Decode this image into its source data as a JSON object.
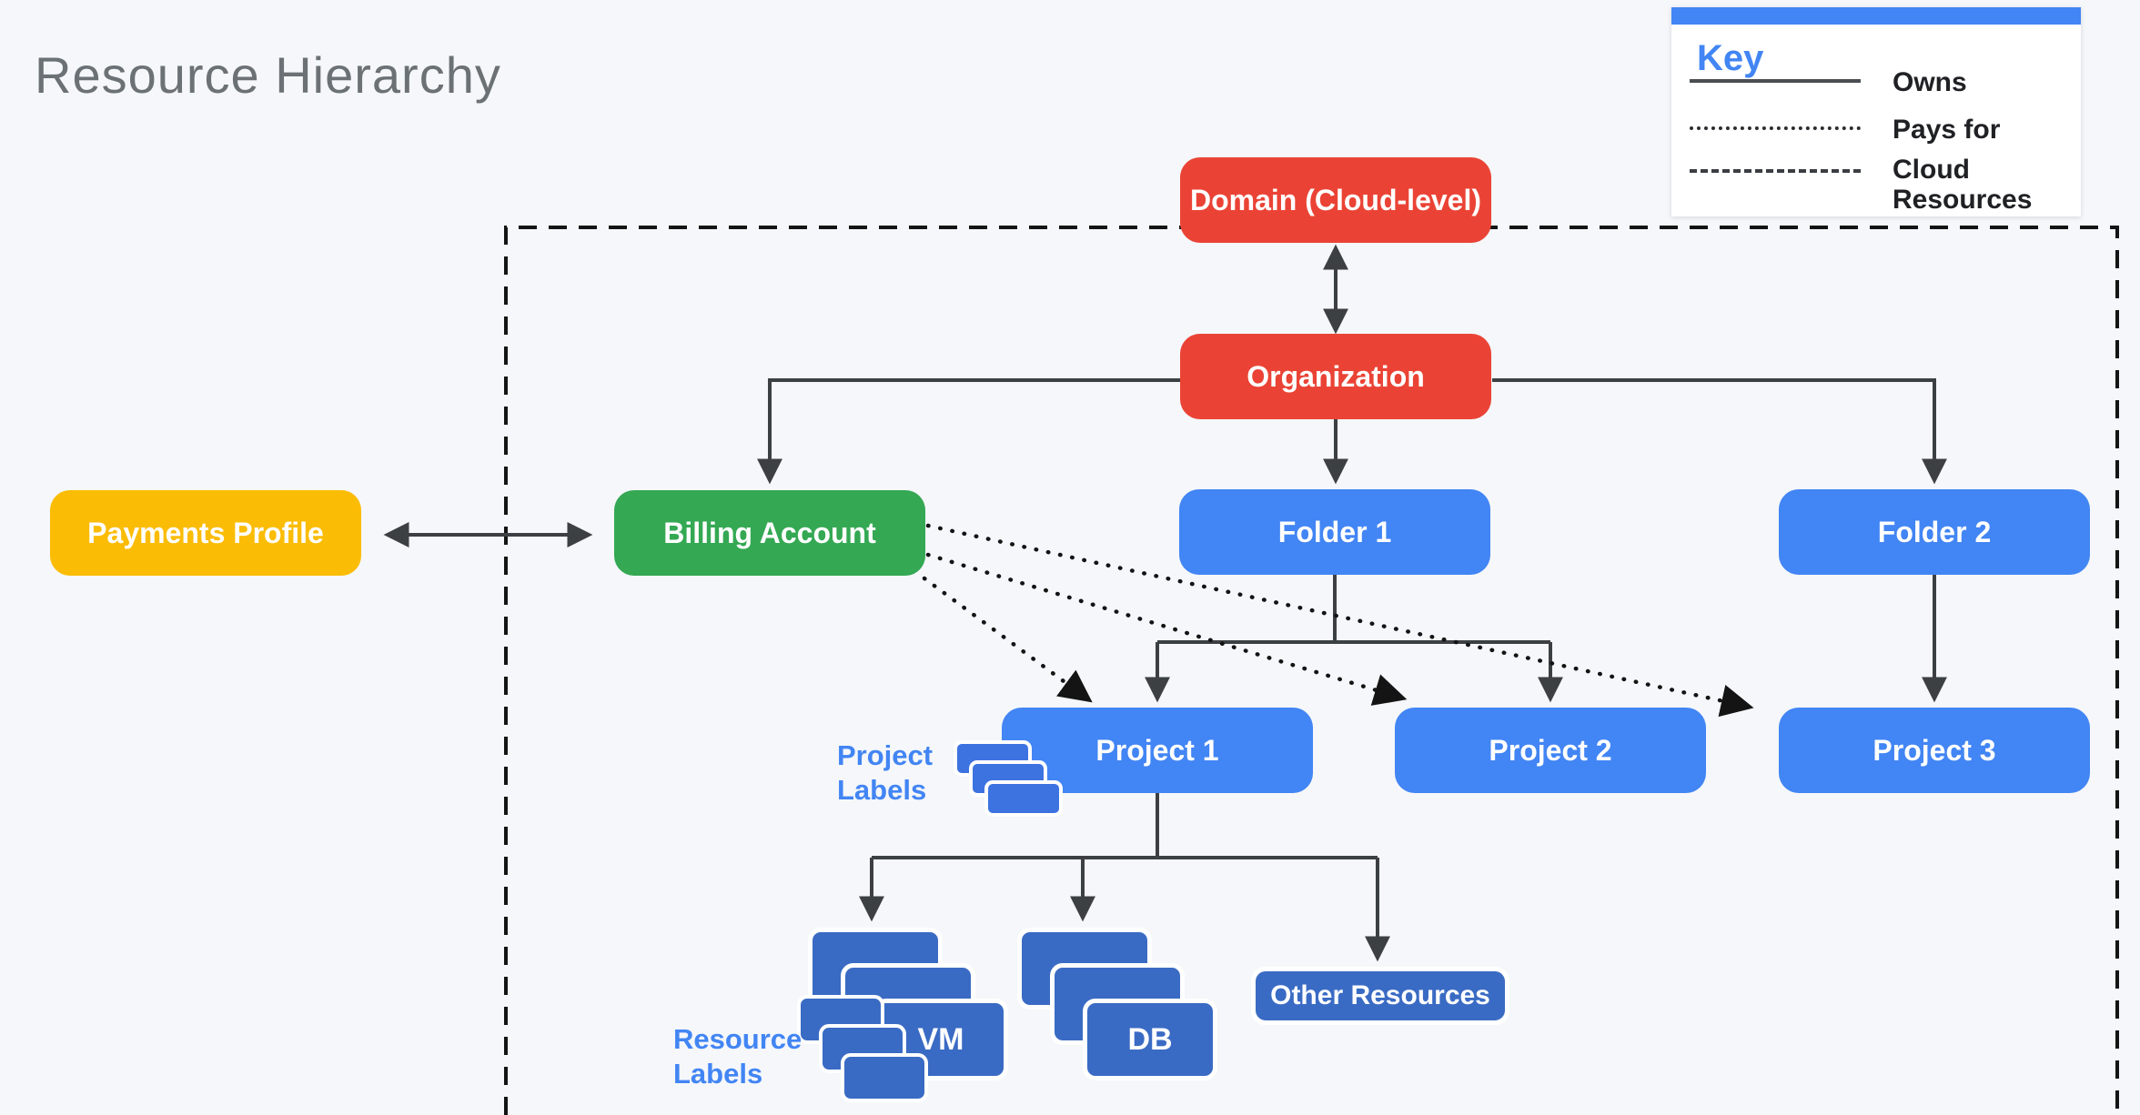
{
  "title": "Resource Hierarchy",
  "key": {
    "title": "Key",
    "items": [
      {
        "label": "Owns",
        "line_style": "solid"
      },
      {
        "label": "Pays for",
        "line_style": "dotted"
      },
      {
        "label": "Cloud Resources",
        "line_style": "dashed"
      }
    ]
  },
  "nodes": {
    "domain": {
      "label": "Domain (Cloud-level)",
      "color": "#EA4335"
    },
    "organization": {
      "label": "Organization",
      "color": "#EA4335"
    },
    "payments_profile": {
      "label": "Payments Profile",
      "color": "#FBBC05"
    },
    "billing_account": {
      "label": "Billing Account",
      "color": "#34A853"
    },
    "folder_1": {
      "label": "Folder 1",
      "color": "#4285F4"
    },
    "folder_2": {
      "label": "Folder 2",
      "color": "#4285F4"
    },
    "project_1": {
      "label": "Project 1",
      "color": "#4285F4"
    },
    "project_2": {
      "label": "Project 2",
      "color": "#4285F4"
    },
    "project_3": {
      "label": "Project 3",
      "color": "#4285F4"
    },
    "vm": {
      "label": "VM",
      "color": "#3A6BC4"
    },
    "db": {
      "label": "DB",
      "color": "#3A6BC4"
    },
    "other_resources": {
      "label": "Other Resources",
      "color": "#3A6BC4"
    }
  },
  "annotations": {
    "project_labels": "Project Labels",
    "resource_labels": "Resource Labels"
  },
  "colors": {
    "background": "#F5F7FA",
    "red": "#EA4335",
    "yellow": "#FBBC05",
    "green": "#34A853",
    "blue": "#4285F4",
    "dark_blue": "#3A6BC4",
    "tag_blue": "#3D73E0",
    "connector_gray": "#3C4043",
    "dashed_black": "#141414",
    "title_gray": "#6C7176"
  }
}
